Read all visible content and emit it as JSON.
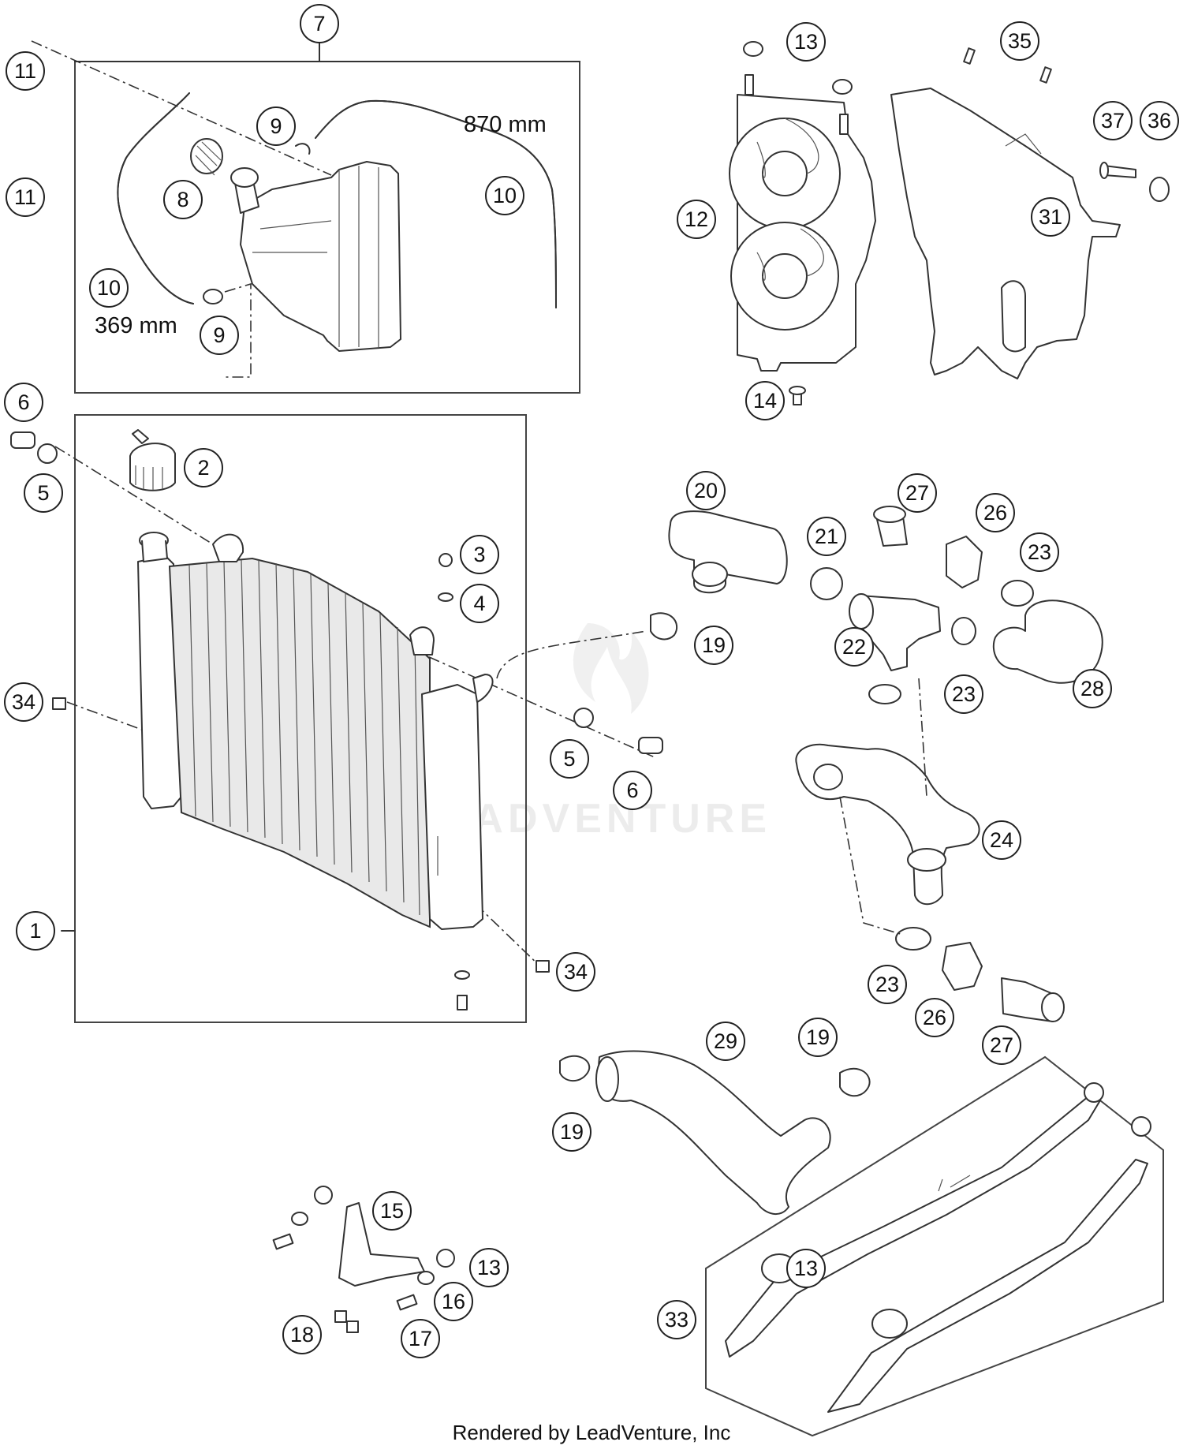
{
  "callouts": [
    {
      "label": "7"
    },
    {
      "label": "11"
    },
    {
      "label": "11"
    },
    {
      "label": "9"
    },
    {
      "label": "8"
    },
    {
      "label": "10"
    },
    {
      "label": "10"
    },
    {
      "label": "9"
    },
    {
      "label": "13"
    },
    {
      "label": "35"
    },
    {
      "label": "12"
    },
    {
      "label": "37"
    },
    {
      "label": "36"
    },
    {
      "label": "31"
    },
    {
      "label": "13"
    },
    {
      "label": "14"
    },
    {
      "label": "6"
    },
    {
      "label": "5"
    },
    {
      "label": "2"
    },
    {
      "label": "3"
    },
    {
      "label": "4"
    },
    {
      "label": "34"
    },
    {
      "label": "1"
    },
    {
      "label": "34"
    },
    {
      "label": "5"
    },
    {
      "label": "6"
    },
    {
      "label": "19"
    },
    {
      "label": "20"
    },
    {
      "label": "21"
    },
    {
      "label": "27"
    },
    {
      "label": "26"
    },
    {
      "label": "23"
    },
    {
      "label": "22"
    },
    {
      "label": "23"
    },
    {
      "label": "28"
    },
    {
      "label": "24"
    },
    {
      "label": "23"
    },
    {
      "label": "26"
    },
    {
      "label": "27"
    },
    {
      "label": "29"
    },
    {
      "label": "19"
    },
    {
      "label": "19"
    },
    {
      "label": "15"
    },
    {
      "label": "13"
    },
    {
      "label": "16"
    },
    {
      "label": "18"
    },
    {
      "label": "17"
    },
    {
      "label": "33"
    }
  ],
  "dimensions": {
    "hose_long": "870 mm",
    "hose_short": "369 mm"
  },
  "watermark": "LEADVENTURE",
  "credit": "Rendered by LeadVenture, Inc"
}
